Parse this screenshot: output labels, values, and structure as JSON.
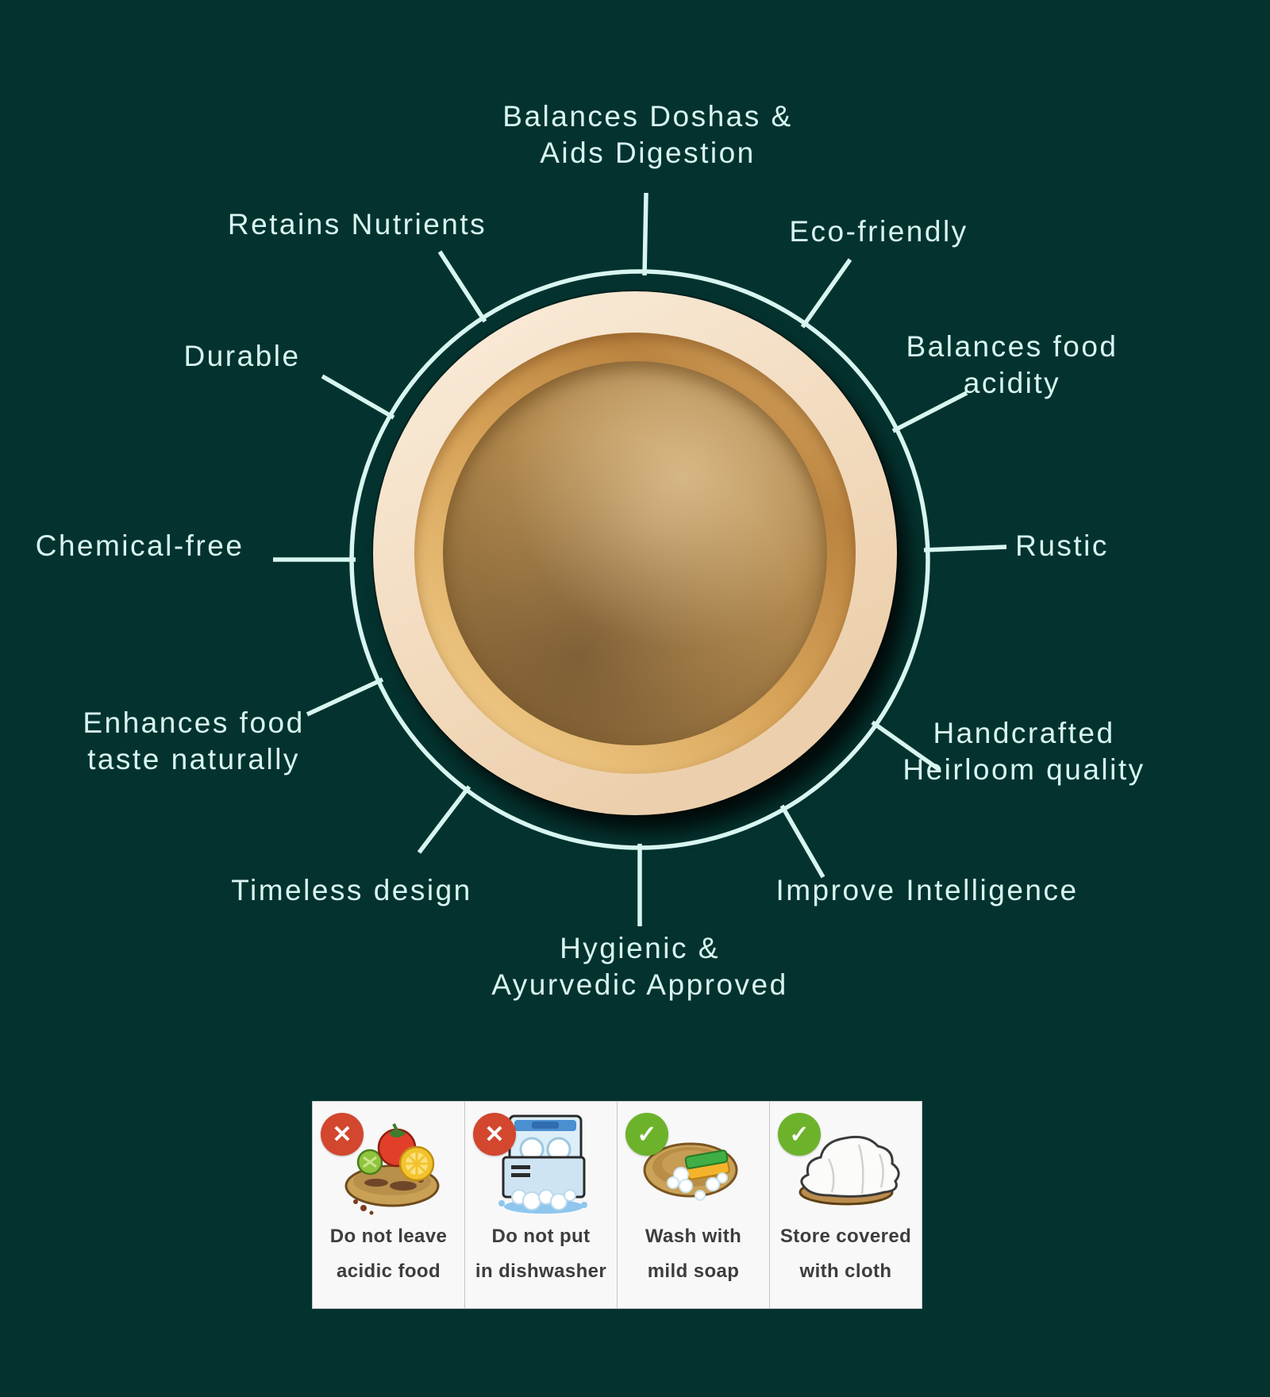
{
  "colors": {
    "background": "#04332f",
    "accent_line": "#d8f6f0",
    "label_text": "#d8f6f0",
    "card_background": "#f8f8f8",
    "card_text": "#3d3d3d",
    "prohibit_red": "#d2472e",
    "allow_green": "#6cb32b",
    "plate_rim_cream": "#f3dcc0",
    "plate_bronze": "#b58c51"
  },
  "benefits": [
    {
      "id": "balances-doshas",
      "line1": "Balances Doshas &",
      "line2": "Aids Digestion"
    },
    {
      "id": "retains-nutrients",
      "line1": "Retains Nutrients"
    },
    {
      "id": "eco-friendly",
      "line1": "Eco-friendly"
    },
    {
      "id": "durable",
      "line1": "Durable"
    },
    {
      "id": "balances-food-acidity",
      "line1": "Balances food",
      "line2": "acidity"
    },
    {
      "id": "chemical-free",
      "line1": "Chemical-free"
    },
    {
      "id": "rustic",
      "line1": "Rustic"
    },
    {
      "id": "enhances-taste",
      "line1": "Enhances food",
      "line2": "taste naturally"
    },
    {
      "id": "handcrafted",
      "line1": "Handcrafted",
      "line2": "Heirloom quality"
    },
    {
      "id": "timeless-design",
      "line1": "Timeless design"
    },
    {
      "id": "improve-intelligence",
      "line1": "Improve Intelligence"
    },
    {
      "id": "hygienic-ayurvedic",
      "line1": "Hygienic &",
      "line2": "Ayurvedic Approved"
    }
  ],
  "care_instructions": [
    {
      "id": "no-acidic-food",
      "status": "not-allowed",
      "badge": "✕",
      "line1": "Do not leave",
      "line2": "acidic food"
    },
    {
      "id": "no-dishwasher",
      "status": "not-allowed",
      "badge": "✕",
      "line1": "Do not put",
      "line2": "in dishwasher"
    },
    {
      "id": "wash-mild-soap",
      "status": "allowed",
      "badge": "✓",
      "line1": "Wash with",
      "line2": "mild soap"
    },
    {
      "id": "store-covered",
      "status": "allowed",
      "badge": "✓",
      "line1": "Store covered",
      "line2": "with cloth"
    }
  ]
}
